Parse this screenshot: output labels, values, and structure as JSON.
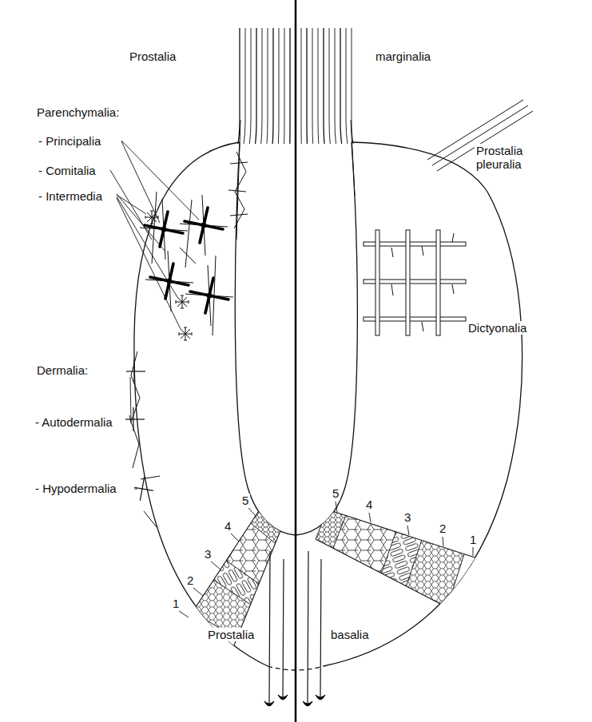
{
  "diagram": {
    "labels": [
      "Prostalia",
      "marginalia",
      "Parenchymalia:",
      "- Principalia",
      "- Comitalia",
      "- Intermedia",
      "Prostalia pleuralia",
      "Dictyonalia",
      "Dermalia:",
      "- Autodermalia",
      "- Hypodermalia",
      "5",
      "4",
      "3",
      "2",
      "1",
      "5",
      "4",
      "3",
      "2",
      "1",
      "Prostalia",
      "basalia"
    ]
  }
}
